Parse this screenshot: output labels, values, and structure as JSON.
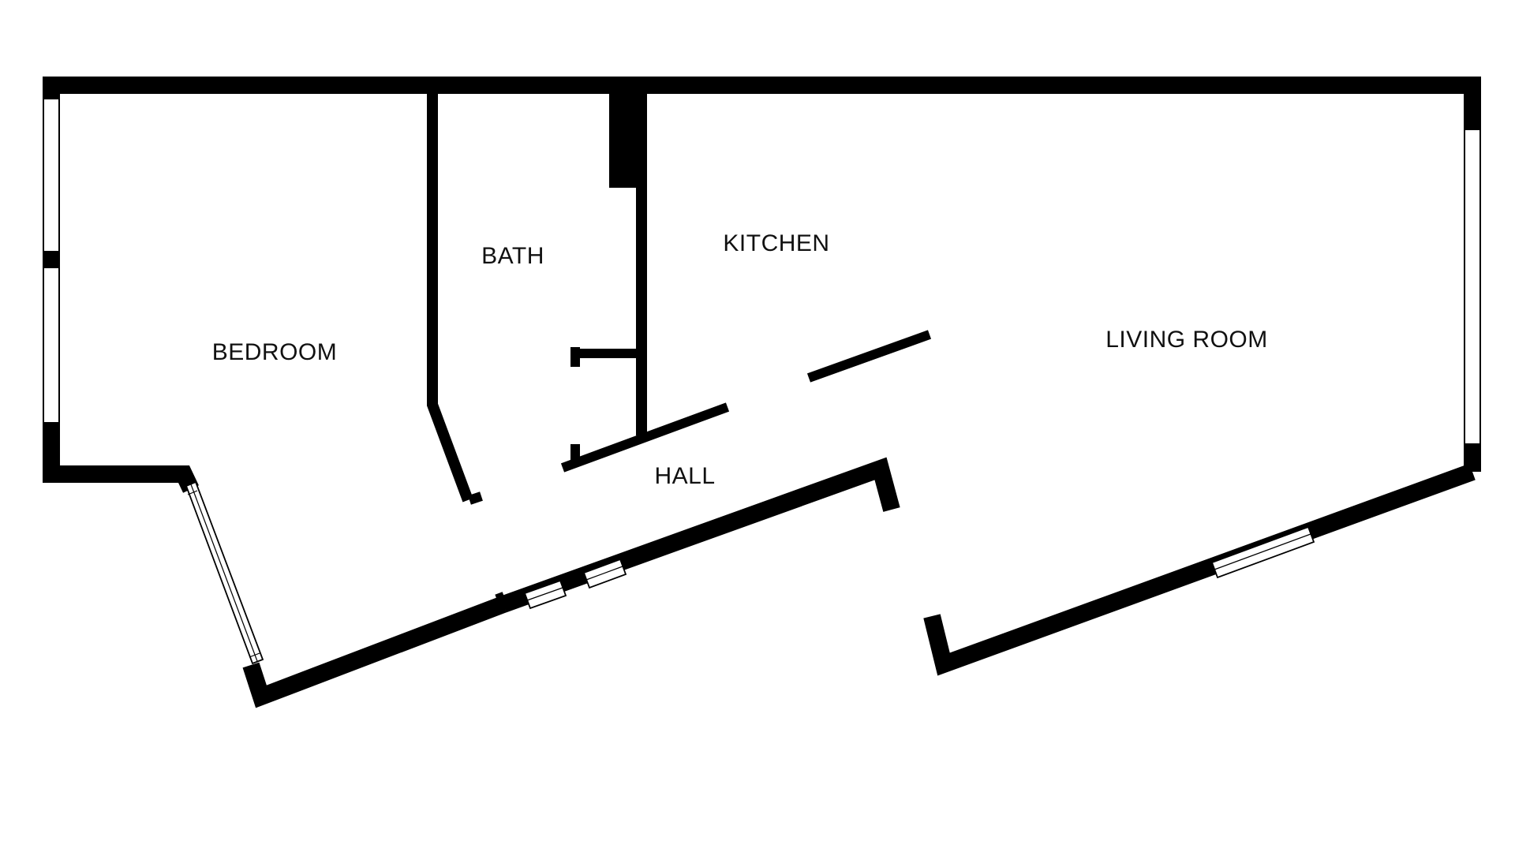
{
  "floor_plan": {
    "rooms": [
      {
        "id": "bedroom",
        "label": "BEDROOM"
      },
      {
        "id": "bath",
        "label": "BATH"
      },
      {
        "id": "kitchen",
        "label": "KITCHEN"
      },
      {
        "id": "hall",
        "label": "HALL"
      },
      {
        "id": "living-room",
        "label": "LIVING ROOM"
      }
    ],
    "colors": {
      "wall": "#000000",
      "background": "#ffffff",
      "label": "#111111"
    }
  }
}
